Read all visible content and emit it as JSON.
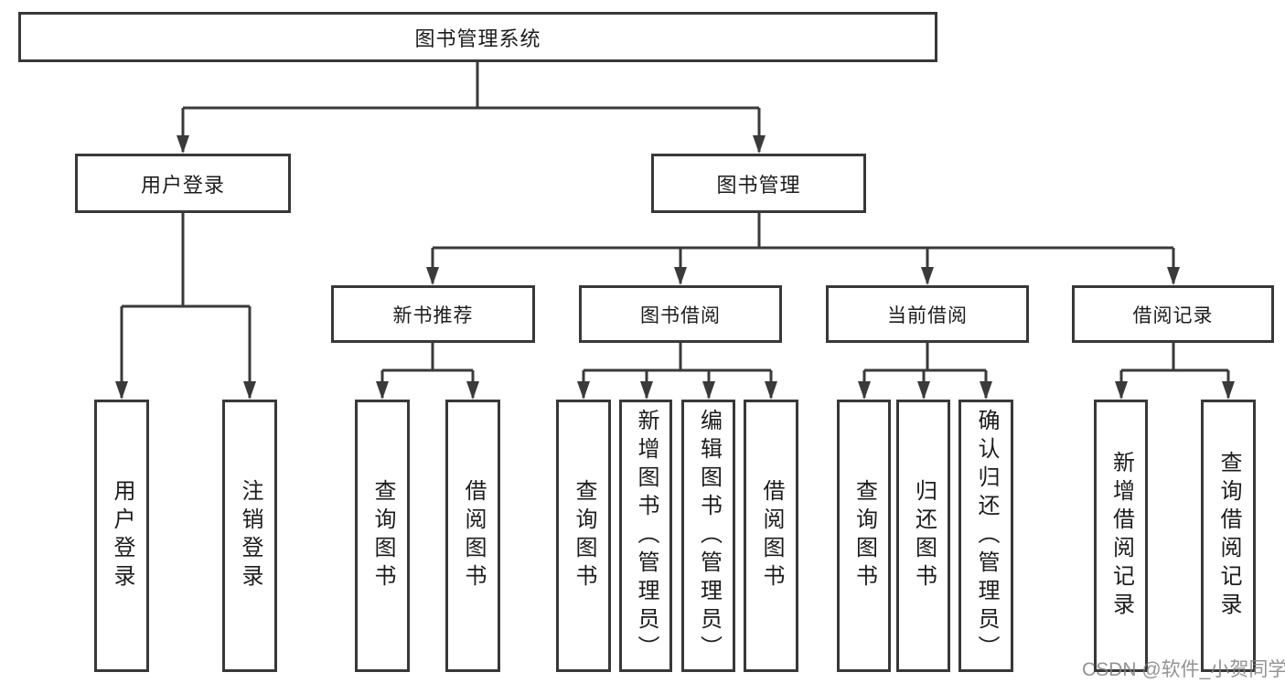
{
  "tree": {
    "root": "图书管理系统",
    "branches": [
      {
        "label": "用户登录",
        "children": [
          "用户登录",
          "注销登录"
        ]
      },
      {
        "label": "图书管理",
        "sections": [
          {
            "label": "新书推荐",
            "children": [
              "查询图书",
              "借阅图书"
            ]
          },
          {
            "label": "图书借阅",
            "children": [
              "查询图书",
              "新增图书（管理员）",
              "编辑图书（管理员）",
              "借阅图书"
            ]
          },
          {
            "label": "当前借阅",
            "children": [
              "查询图书",
              "归还图书",
              "确认归还（管理员）"
            ]
          },
          {
            "label": "借阅记录",
            "children": [
              "新增借阅记录",
              "查询借阅记录"
            ]
          }
        ]
      }
    ]
  },
  "watermark": "CSDN @软件_小贺同学",
  "colors": {
    "line": "#3a3a3a",
    "box_border": "#383838",
    "text": "#1c1c1c",
    "watermark": "#808080",
    "background": "#ffffff"
  }
}
